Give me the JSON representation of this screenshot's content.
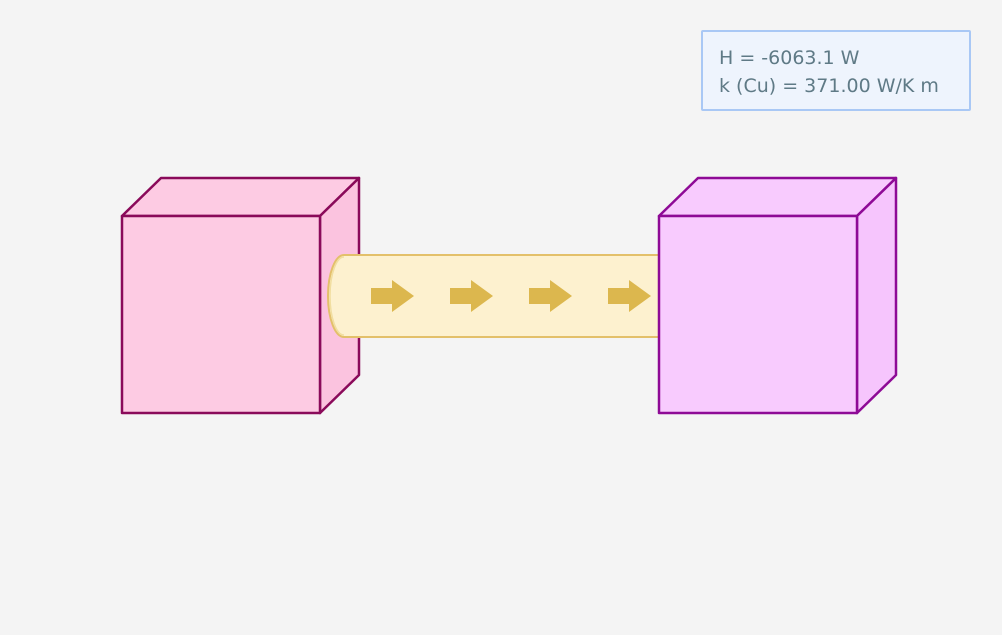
{
  "readout": {
    "heat_line": "H =  -6063.1 W",
    "conductivity_line": "k (Cu) =  371.00 W/K m"
  },
  "colors": {
    "background": "#f4f4f4",
    "left_block_fill": "#fdcbe3",
    "left_block_side": "#fbc3df",
    "left_block_stroke": "#8a0a5a",
    "right_block_fill": "#f8cbfe",
    "right_block_side": "#f6c5fd",
    "right_block_stroke": "#8e0a96",
    "rod_fill": "#fdf1cf",
    "rod_stroke": "#e3c06a",
    "arrow_fill": "#dcb74e",
    "readout_fill": "#eef4fd",
    "readout_border": "#a9c8f5",
    "readout_text": "#5f7a86"
  },
  "arrows": {
    "count": 4,
    "direction": "right"
  }
}
